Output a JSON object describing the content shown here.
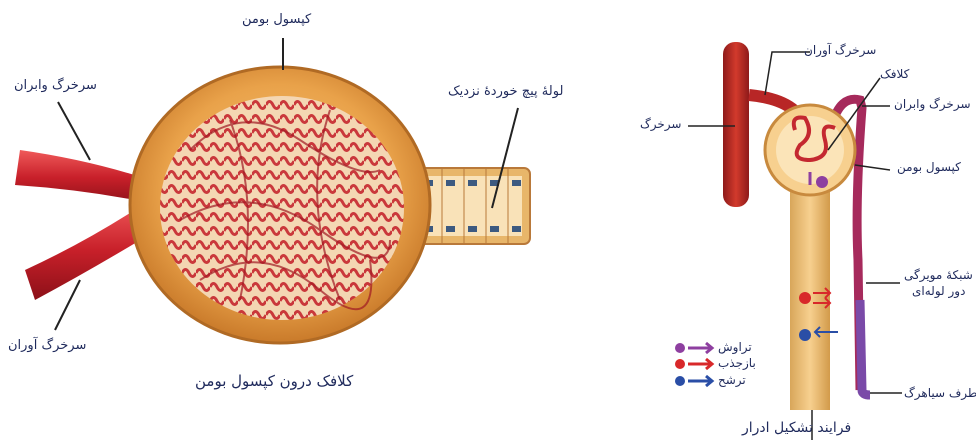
{
  "left_figure": {
    "caption": "کلافک درون کپسول بومن",
    "labels": {
      "bowman_capsule": "کپسول بومن",
      "efferent": "سرخرگ وابران",
      "afferent": "سرخرگ آوران",
      "proximal_tubule": "لولهٔ پیچ خوردهٔ نزدیک"
    }
  },
  "right_figure": {
    "caption": "فرایند تشکیل ادرار",
    "labels": {
      "afferent": "سرخرگ آوران",
      "glomerulus": "کلافک",
      "efferent": "سرخرگ وابران",
      "artery": "سرخرگ",
      "bowman_capsule": "کپسول بومن",
      "capillary_network_1": "شبکهٔ مویرگی",
      "capillary_network_2": "دور لوله‌ای",
      "to_vein": "به طرف سیاهرگ"
    },
    "legend": [
      {
        "label": "تراوش",
        "color": "#8e3fa0"
      },
      {
        "label": "بازجذب",
        "color": "#d8282a"
      },
      {
        "label": "ترشح",
        "color": "#2a4ea6"
      }
    ]
  }
}
